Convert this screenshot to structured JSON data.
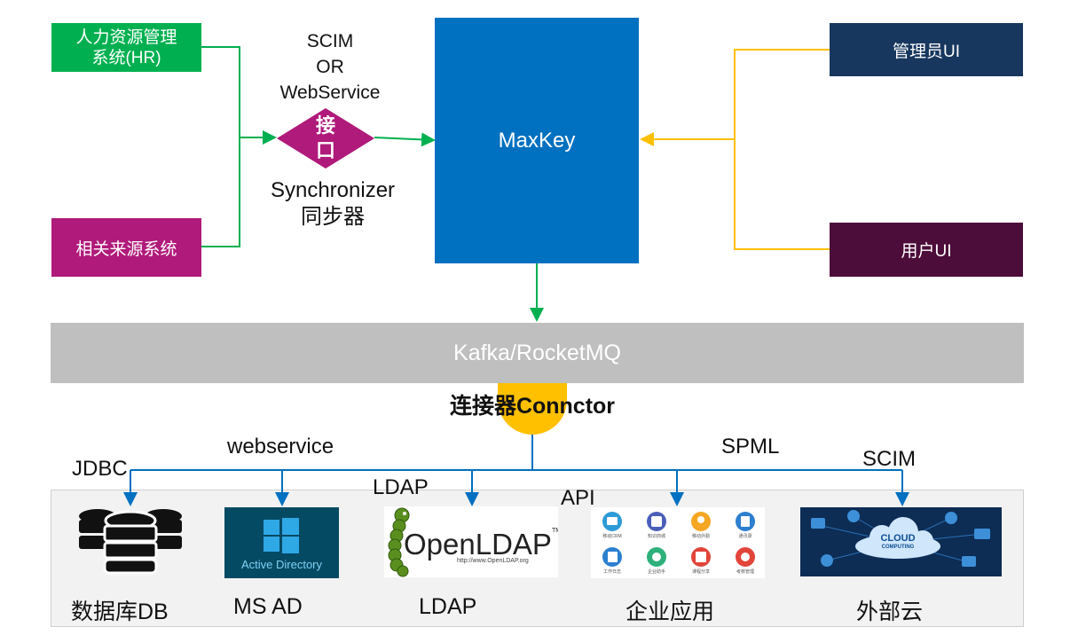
{
  "sources": {
    "hr": "人力资源管理系统(HR)",
    "hr_line1": "人力资源管理",
    "hr_line2": "系统(HR)",
    "related": "相关来源系统"
  },
  "interface": {
    "protocol_lines": [
      "SCIM",
      "OR",
      "WebService"
    ],
    "diamond_line1": "接",
    "diamond_line2": "口",
    "sync_line1": "Synchronizer",
    "sync_line2": "同步器"
  },
  "core": {
    "title": "MaxKey"
  },
  "clients": {
    "admin_ui": "管理员UI",
    "user_ui": "用户UI"
  },
  "bus": {
    "title": "Kafka/RocketMQ"
  },
  "connector": {
    "title": "连接器Connctor"
  },
  "protocols": {
    "jdbc": "JDBC",
    "webservice": "webservice",
    "ldap": "LDAP",
    "api": "API",
    "spml": "SPML",
    "scim": "SCIM"
  },
  "targets": {
    "db": "数据库DB",
    "ad": "MS AD",
    "ldap": "LDAP",
    "enterprise": "企业应用",
    "cloud": "外部云"
  },
  "logos": {
    "ad_text": "Active Directory",
    "openldap_open": "Open",
    "openldap_ldap": "LDAP",
    "openldap_tm": "TM",
    "openldap_url": "http://www.OpenLDAP.org",
    "cloud_line1": "CLOUD",
    "cloud_line2": "COMPUTING",
    "app_labels": [
      "移动CRM",
      "知识商城",
      "移动外勤",
      "通讯录",
      "工作日志",
      "企业助手",
      "课程分享",
      "考核管理"
    ]
  },
  "colors": {
    "hr": "#00b050",
    "related": "#b01a7a",
    "diamond": "#b01a7a",
    "maxkey": "#0070c0",
    "admin_ui": "#17375e",
    "user_ui": "#4d0d3a",
    "bus": "#bfbfbf",
    "connector": "#ffc000",
    "green_line": "#00b050",
    "yellow_line": "#ffc000",
    "blue_line": "#0070c0",
    "ad_bg": "#054a63",
    "cloud_bg": "#0d2d55"
  },
  "icons": [
    "database-icon",
    "windows-logo-icon",
    "caterpillar-icon",
    "app-grid-icon",
    "cloud-icon"
  ]
}
